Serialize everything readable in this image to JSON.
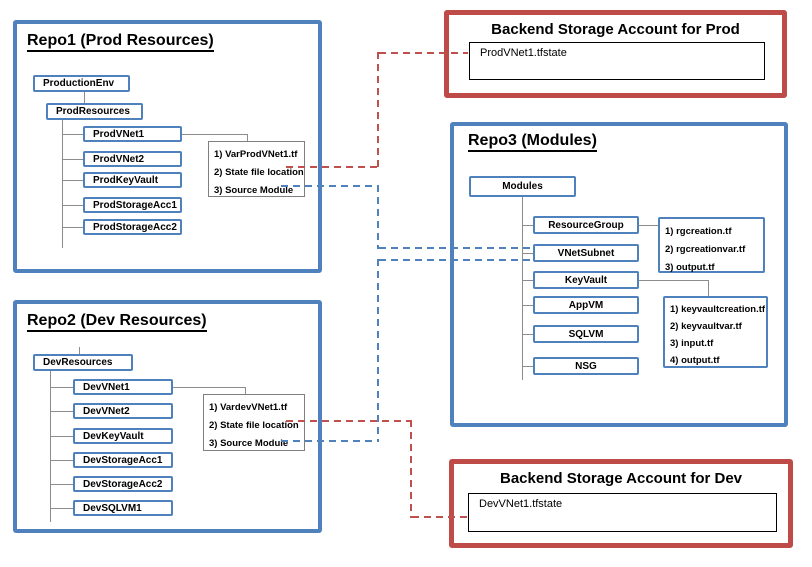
{
  "colors": {
    "repo_border_blue": "#4F81BD",
    "backend_border_red": "#BE4B48",
    "red_dash": "#C0504D",
    "blue_dash": "#4F81BD",
    "tree_line_gray": "#8C8C8C"
  },
  "repo1": {
    "title": "Repo1 (Prod Resources)",
    "root": "ProductionEnv",
    "sub_root": "ProdResources",
    "children": [
      "ProdVNet1",
      "ProdVNet2",
      "ProdKeyVault",
      "ProdStorageAcc1",
      "ProdStorageAcc2"
    ],
    "annotation": [
      "1) VarProdVNet1.tf",
      "2) State file location",
      "3) Source Module"
    ]
  },
  "repo2": {
    "title": "Repo2 (Dev Resources)",
    "root": "DevResources",
    "children": [
      "DevVNet1",
      "DevVNet2",
      "DevKeyVault",
      "DevStorageAcc1",
      "DevStorageAcc2",
      "DevSQLVM1"
    ],
    "annotation": [
      "1) VardevVNet1.tf",
      "2) State file location",
      "3) Source Module"
    ]
  },
  "repo3": {
    "title": "Repo3 (Modules)",
    "root": "Modules",
    "children": [
      "ResourceGroup",
      "VNetSubnet",
      "KeyVault",
      "AppVM",
      "SQLVM",
      "NSG"
    ],
    "rg_annotation": [
      "1) rgcreation.tf",
      "2) rgcreationvar.tf",
      "3) output.tf"
    ],
    "kv_annotation": [
      "1) keyvaultcreation.tf",
      "2) keyvaultvar.tf",
      "3) input.tf",
      "4) output.tf"
    ]
  },
  "backend_prod": {
    "title": "Backend Storage Account for Prod",
    "file": "ProdVNet1.tfstate"
  },
  "backend_dev": {
    "title": "Backend Storage Account for Dev",
    "file": "DevVNet1.tfstate"
  }
}
